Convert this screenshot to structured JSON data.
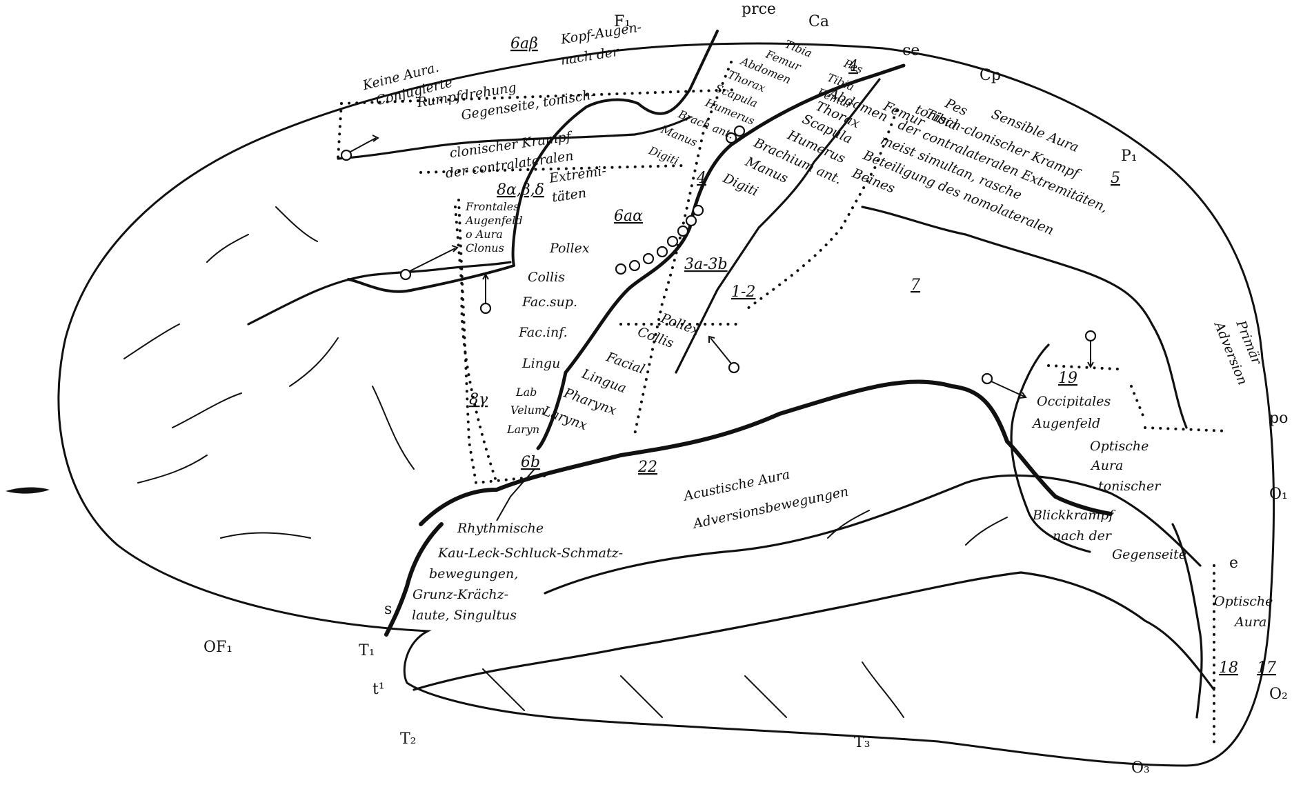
{
  "colors": {
    "ink": "#111111",
    "paper": "#ffffff"
  },
  "sulci": {
    "prce": "prce",
    "F1": "F₁",
    "Ca": "Ca",
    "ce": "ce",
    "Cp": "Cp",
    "P1": "P₁",
    "po": "po",
    "O1": "O₁",
    "O2": "O₂",
    "O3": "O₃",
    "OF1": "OF₁",
    "T1": "T₁",
    "T2": "T₂",
    "T3": "T₃",
    "s": "s",
    "t1": "t¹",
    "e": "e"
  },
  "areas": {
    "a6ab": "6aβ",
    "a6aa": "6aα",
    "a8ab": "8α,β,δ",
    "a4_top": "4",
    "a4_mid": "4",
    "a3": "3a-3b",
    "a12": "1-2",
    "a5": "5",
    "a7": "7",
    "a19": "19",
    "a8g": "8γ",
    "a6b": "6b",
    "a22": "22",
    "a18": "18",
    "a17": "17"
  },
  "labels": {
    "keine": [
      "Keine Aura.",
      "Conjugierte"
    ],
    "kopf": [
      "Kopf-Augen-",
      "nach der",
      "Rumpfdrehung",
      "Gegenseite, tonisch-"
    ],
    "clonisch": [
      "clonischer Krampf",
      "der contralateralen",
      "Extremi-",
      "täten"
    ],
    "frontales": [
      "Frontales",
      "Augenfeld",
      "o Aura",
      "Clonus"
    ],
    "prec_col": [
      "Tibia",
      "Pes",
      "Femur",
      "Tibia",
      "Abdomen",
      "Femur",
      "Thorax",
      "Scapula",
      "Humerus",
      "Brach ant.",
      "Manus",
      "Digiti"
    ],
    "post_col": [
      "Pes",
      "Tibia",
      "Femur",
      "Abdomen",
      "Thorax",
      "Scapula",
      "Humerus",
      "Brachium ant.",
      "Manus",
      "Digiti"
    ],
    "face_left": [
      "Pollex",
      "Collis",
      "Fac.sup.",
      "Fac.inf.",
      "Lingu",
      "Lab",
      "Velum",
      "Laryn"
    ],
    "face_right": [
      "Pollex",
      "Collis",
      "Facial",
      "Lingua",
      "Pharynx",
      "Larynx"
    ],
    "sensible": [
      "Sensible Aura",
      "tonisch-clonischer Krampf",
      "der contralateralen Extremitäten,",
      "meist simultan, rasche",
      "Beteiligung des nomolateralen",
      "Beines"
    ],
    "primar": [
      "Primär",
      "Adversion"
    ],
    "occipitales": [
      "Occipitales",
      "Augenfeld"
    ],
    "optische1": [
      "Optische",
      "Aura",
      "tonischer",
      "Blickkrampf",
      "nach der",
      "Gegenseite"
    ],
    "optische2": [
      "Optische",
      "Aura"
    ],
    "acustische": [
      "Acustische Aura",
      "Adversionsbewegungen"
    ],
    "rhythmische": [
      "Rhythmische",
      "Kau-Leck-Schluck-Schmatz-",
      "bewegungen,",
      "Grunz-Krächz-",
      "laute, Singultus"
    ]
  }
}
